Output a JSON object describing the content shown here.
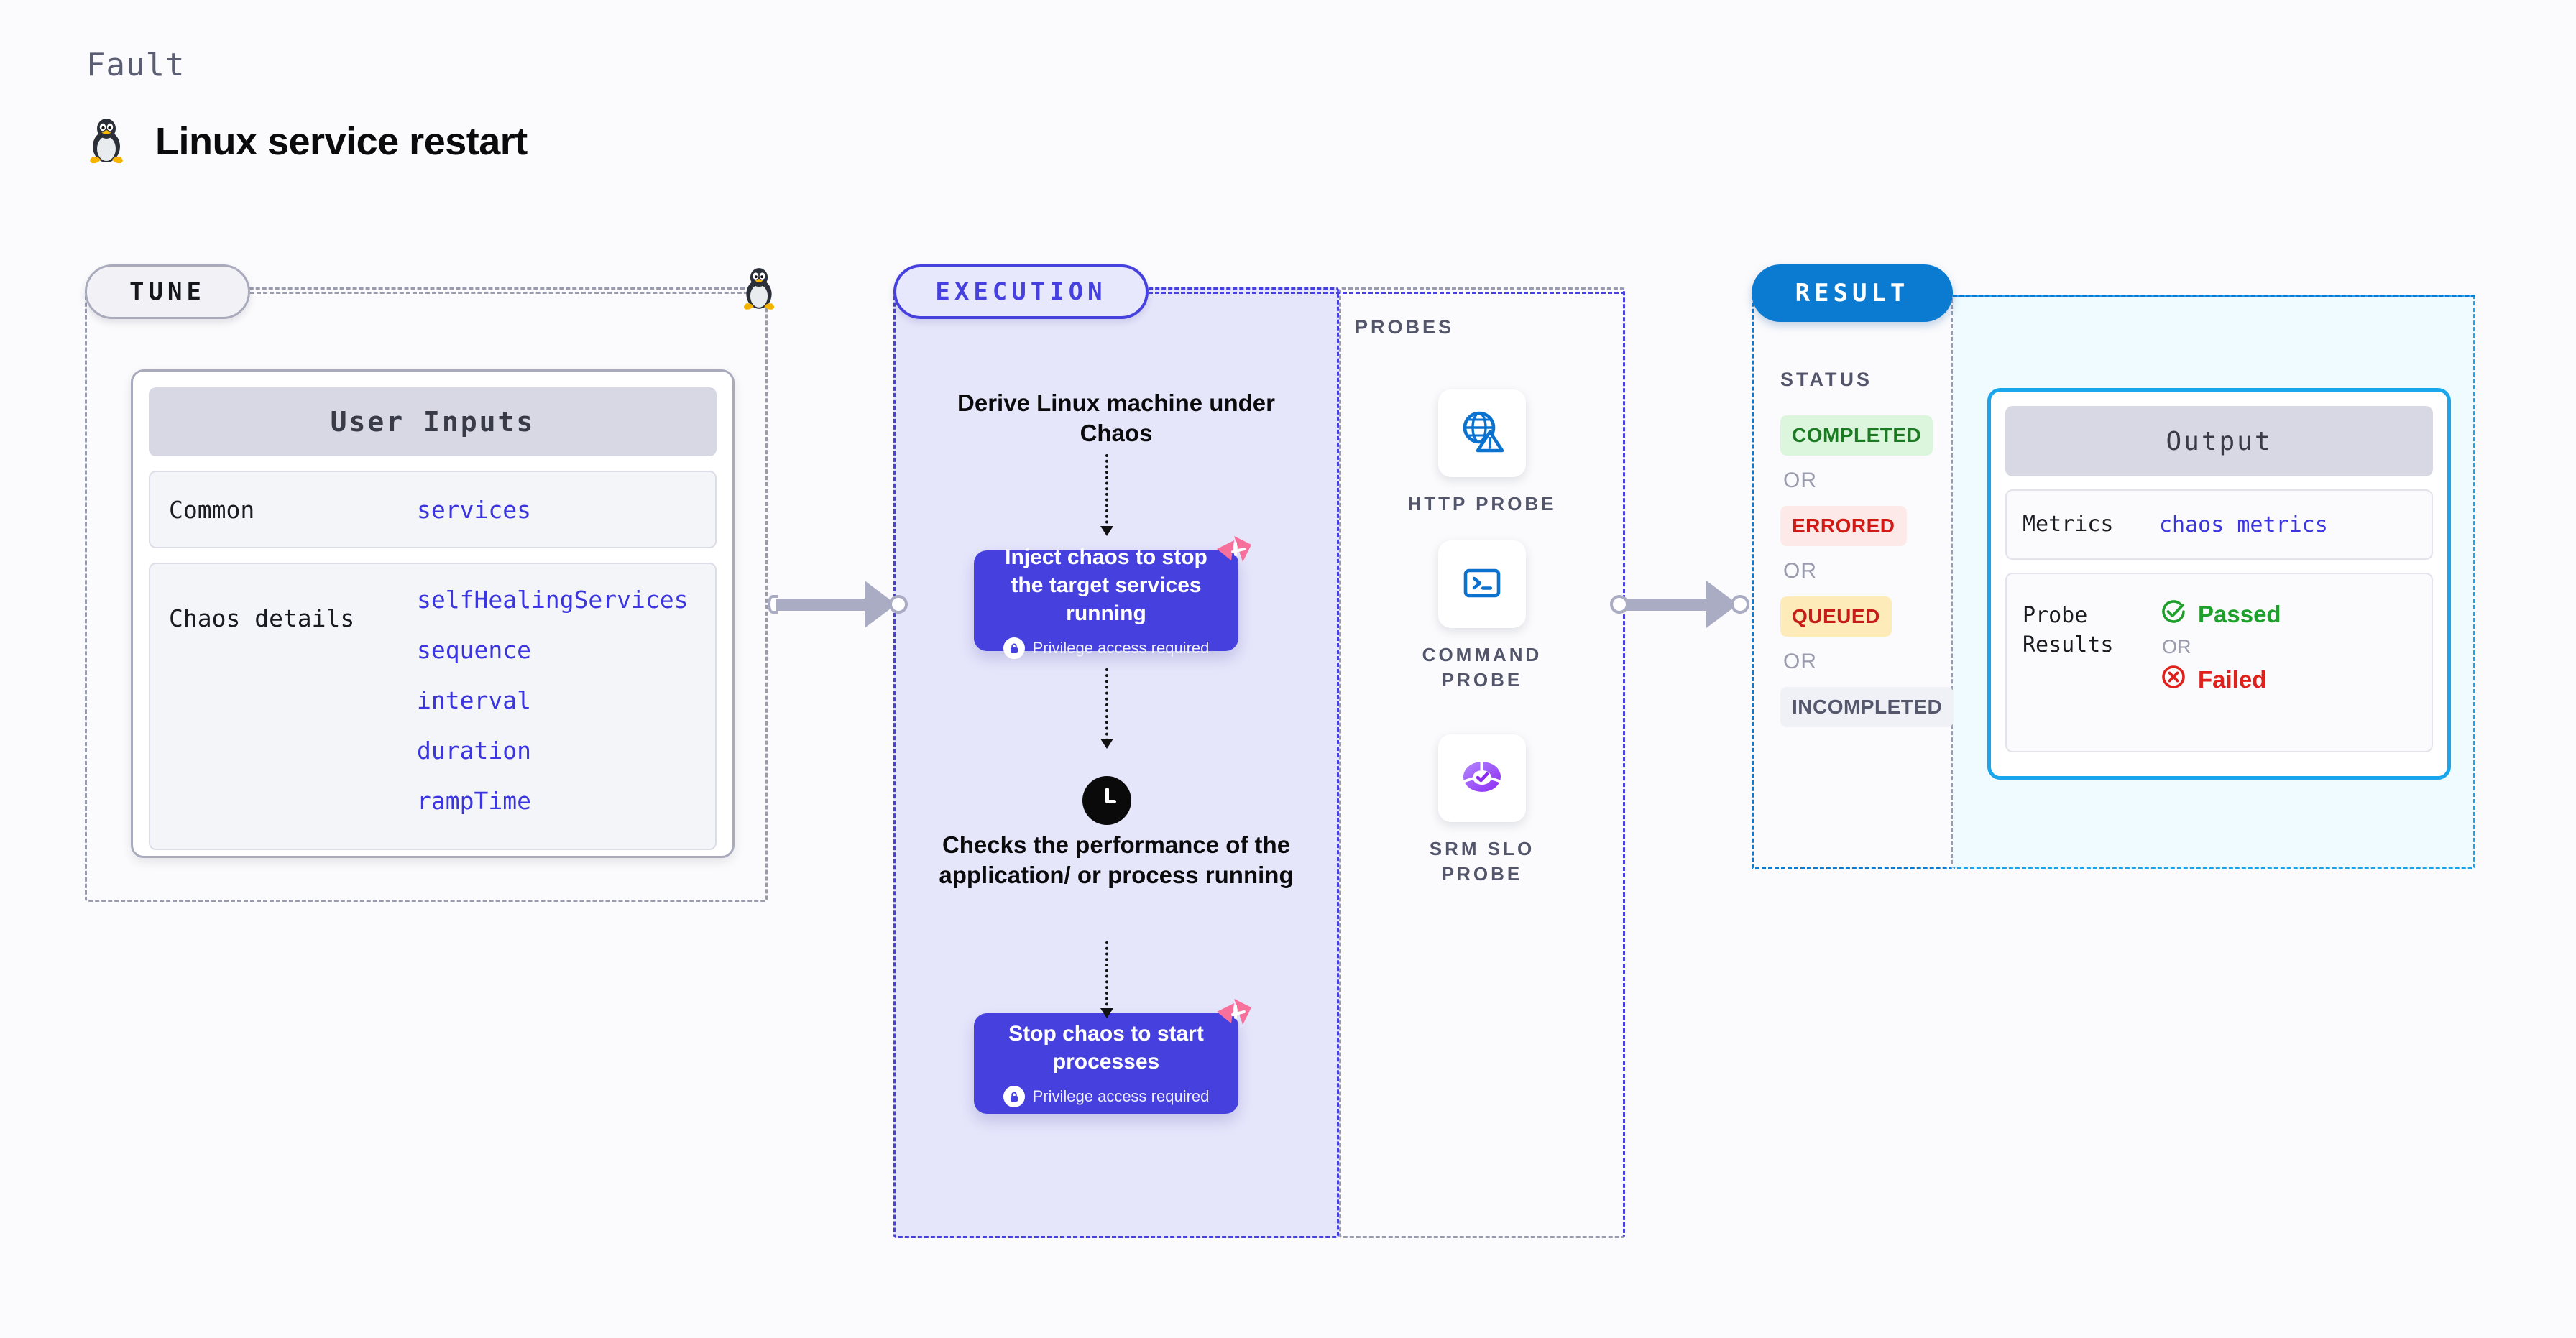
{
  "header": {
    "eyebrow": "Fault",
    "title": "Linux service restart",
    "icon": "linux-penguin-tux"
  },
  "tune": {
    "pill_label": "TUNE",
    "card_title": "User Inputs",
    "rows": [
      {
        "key": "Common",
        "values": [
          "services"
        ]
      },
      {
        "key": "Chaos details",
        "values": [
          "selfHealingServices",
          "sequence",
          "interval",
          "duration",
          "rampTime"
        ]
      }
    ]
  },
  "execution": {
    "pill_label": "EXECUTION",
    "step_derive": "Derive Linux machine under Chaos",
    "card_inject": {
      "title": "Inject chaos to stop the target services running",
      "privilege": "Privilege access required"
    },
    "step_checks": "Checks the performance of the application/ or process running",
    "card_stop": {
      "title": "Stop chaos to start processes",
      "privilege": "Privilege access required"
    }
  },
  "probes": {
    "label": "PROBES",
    "items": [
      {
        "name": "HTTP PROBE",
        "icon": "globe-warning-icon"
      },
      {
        "name": "COMMAND PROBE",
        "icon": "terminal-icon"
      },
      {
        "name": "SRM SLO PROBE",
        "icon": "slo-donut-check-icon"
      }
    ]
  },
  "result": {
    "pill_label": "RESULT",
    "status_label": "STATUS",
    "or_label": "OR",
    "statuses": [
      {
        "label": "COMPLETED",
        "tone": "success"
      },
      {
        "label": "ERRORED",
        "tone": "error"
      },
      {
        "label": "QUEUED",
        "tone": "warning"
      },
      {
        "label": "INCOMPLETED",
        "tone": "neutral"
      }
    ]
  },
  "output": {
    "card_title": "Output",
    "metrics_key": "Metrics",
    "metrics_value": "chaos metrics",
    "probe_results_key": "Probe Results",
    "probe_pass": "Passed",
    "probe_or": "OR",
    "probe_fail": "Failed"
  },
  "colors": {
    "accent_purple": "#4640de",
    "accent_blue": "#0b7ad1",
    "accent_cyan": "#19a6ec",
    "harness_pink": "#f76c9b",
    "success_green": "#1fa02c",
    "error_red": "#e0201a",
    "neutral_gray": "#9a9cae"
  }
}
